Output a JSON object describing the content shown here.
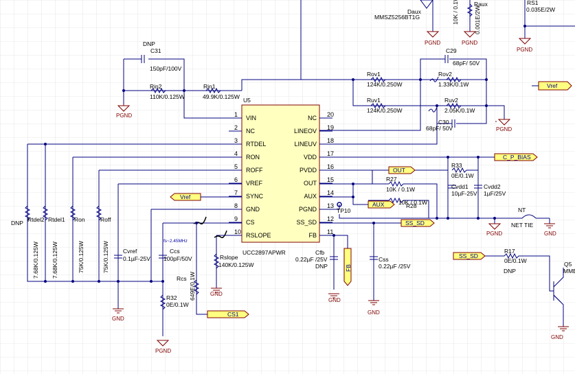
{
  "ic": {
    "ref": "U5",
    "part": "UCC2897APWR",
    "left_pins": [
      {
        "num": "1",
        "name": "VIN"
      },
      {
        "num": "2",
        "name": "NC"
      },
      {
        "num": "3",
        "name": "RTDEL"
      },
      {
        "num": "4",
        "name": "RON"
      },
      {
        "num": "5",
        "name": "ROFF"
      },
      {
        "num": "6",
        "name": "VREF"
      },
      {
        "num": "7",
        "name": "SYNC"
      },
      {
        "num": "8",
        "name": "GND"
      },
      {
        "num": "9",
        "name": "CS"
      },
      {
        "num": "10",
        "name": "RSLOPE"
      }
    ],
    "right_pins": [
      {
        "num": "20",
        "name": "NC"
      },
      {
        "num": "19",
        "name": "LINEOV"
      },
      {
        "num": "18",
        "name": "LINEUV"
      },
      {
        "num": "17",
        "name": "VDD"
      },
      {
        "num": "16",
        "name": "PVDD"
      },
      {
        "num": "15",
        "name": "OUT"
      },
      {
        "num": "14",
        "name": "AUX"
      },
      {
        "num": "13",
        "name": "PGND"
      },
      {
        "num": "12",
        "name": "SS_SD"
      },
      {
        "num": "11",
        "name": "FB"
      }
    ]
  },
  "components": {
    "c31": {
      "dnp": "DNP",
      "ref": "C31",
      "value": "150pF/100V"
    },
    "rin2": {
      "ref": "Rin2",
      "value": "110K/0.125W"
    },
    "rin1": {
      "ref": "Rin1",
      "value": "49.9K/0.125W"
    },
    "daux": {
      "ref": "Daux",
      "value": "MMSZ5256BT1G"
    },
    "r_10k": {
      "value": "10K / 0.1W"
    },
    "raux": {
      "ref": "Raux",
      "value": "0.001E/2W"
    },
    "rs1": {
      "ref": "RS1",
      "value": "0.035E/2W"
    },
    "c29": {
      "ref": "C29",
      "value": "68pF/ 50V"
    },
    "rov1": {
      "ref": "Rov1",
      "value": "124K/0.250W"
    },
    "rov2": {
      "ref": "Rov2",
      "value": "1.33K/0.1W"
    },
    "ruv1": {
      "ref": "Ruv1",
      "value": "124K/0.250W"
    },
    "ruv2": {
      "ref": "Ruv2",
      "value": "2.05K/0.1W"
    },
    "c30": {
      "ref": "C30",
      "value": "68pF/ 50V"
    },
    "r33": {
      "ref": "R33",
      "value": "0E/0.1W"
    },
    "r27": {
      "ref": "R27",
      "value": "10K / 0.1W"
    },
    "r28": {
      "ref": "R28",
      "value": "10K / 0.1W"
    },
    "cvdd1": {
      "ref": "Cvdd1",
      "value": "10µF-25V"
    },
    "cvdd2": {
      "ref": "Cvdd2",
      "value": "1µF/25V"
    },
    "tp10": {
      "ref": "TP10"
    },
    "nt": {
      "ref": "NT",
      "value": "NET TIE"
    },
    "rtdel2": {
      "dnp": "DNP",
      "ref": "Rtdel2",
      "value": "7.68K/0.125W"
    },
    "rtdel1": {
      "ref": "Rtdel1",
      "value": "7.68K/0.125W"
    },
    "ron": {
      "ref": "Ron",
      "value": "75K/0.125W"
    },
    "roff": {
      "ref": "Roff",
      "value": "75K/0.125W"
    },
    "cvref": {
      "ref": "Cvref",
      "value": "0.1µF-25V"
    },
    "ccs": {
      "ref": "Ccs",
      "value": "100pF/50V",
      "note": "fs~2.45MHz"
    },
    "rcs": {
      "ref": "Rcs",
      "value": "649E/0.1W"
    },
    "r32": {
      "ref": "R32",
      "value": "0E/0.1W"
    },
    "rslope": {
      "ref": "Rslope",
      "value": "140K/0.125W"
    },
    "cfb": {
      "ref": "Cfb",
      "value": "0.22µF /25V",
      "dnp": "DNP"
    },
    "css": {
      "ref": "Css",
      "value": "0.22µF /25V"
    },
    "r17": {
      "ref": "R17",
      "value": "0E/0.1W",
      "dnp": "DNP"
    },
    "q5": {
      "ref": "Q5",
      "value": "MMB"
    }
  },
  "flags": {
    "vref_top": "Vref",
    "vref_left": "Vref",
    "c_p_bias": "C_P_BIAS",
    "out": "OUT",
    "aux": "AUX",
    "ss_sd": "SS_SD",
    "ss_sd_2": "SS_SD",
    "cs1": "CS1",
    "fb": "FB"
  },
  "power": {
    "pgnd": "PGND",
    "gnd": "GND"
  }
}
